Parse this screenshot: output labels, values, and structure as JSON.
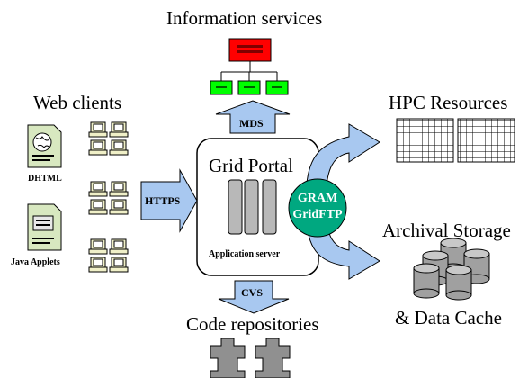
{
  "labels": {
    "information_services": "Information services",
    "web_clients": "Web clients",
    "hpc_resources": "HPC Resources",
    "archival_storage": "Archival Storage",
    "data_cache": "& Data Cache",
    "code_repositories": "Code repositories",
    "grid_portal": "Grid Portal",
    "application_server": "Application server",
    "dhtml": "DHTML",
    "java_applets": "Java Applets"
  },
  "arrows": {
    "mds": "MDS",
    "https": "HTTPS",
    "cvs": "CVS"
  },
  "gram": {
    "line1": "GRAM",
    "line2": "GridFTP"
  },
  "colors": {
    "arrow_fill": "#a8c8f0",
    "arrow_stroke": "#000000",
    "server_red": "#ff0000",
    "node_green": "#00ff00",
    "gram_teal": "#00a880",
    "storage_gray": "#a0a0a0",
    "puzzle_gray": "#909090",
    "doc_fill": "#d8e8c0"
  }
}
